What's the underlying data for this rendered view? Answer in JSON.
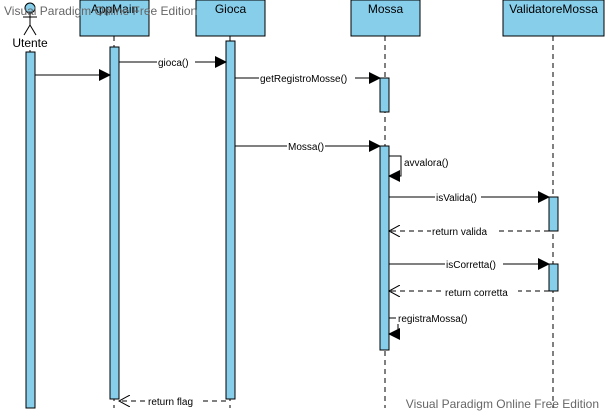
{
  "watermark": "Visual Paradigm Online Free Edition",
  "actor": {
    "name": "Utente"
  },
  "lifelines": [
    {
      "id": "appmain",
      "name": "AppMain"
    },
    {
      "id": "gioca",
      "name": "Gioca"
    },
    {
      "id": "mossa",
      "name": "Mossa"
    },
    {
      "id": "validatore",
      "name": "ValidatoreMossa"
    }
  ],
  "messages": [
    {
      "id": "m0",
      "label": ""
    },
    {
      "id": "m1",
      "label": "gioca()"
    },
    {
      "id": "m2",
      "label": "getRegistroMosse()"
    },
    {
      "id": "m3",
      "label": "Mossa()"
    },
    {
      "id": "m4",
      "label": "avvalora()"
    },
    {
      "id": "m5",
      "label": "isValida()"
    },
    {
      "id": "m6",
      "label": "return valida"
    },
    {
      "id": "m7",
      "label": "isCorretta()"
    },
    {
      "id": "m8",
      "label": "return corretta"
    },
    {
      "id": "m9",
      "label": "registraMossa()"
    },
    {
      "id": "m10",
      "label": "return flag"
    }
  ]
}
